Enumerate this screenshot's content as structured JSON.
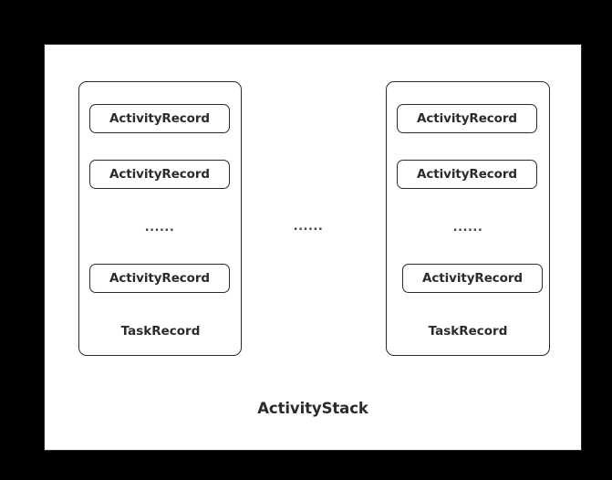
{
  "diagram": {
    "title": "ActivityStack",
    "background_color": "#000000",
    "frame_color": "#ffffff",
    "border_color": "#2b2b2b",
    "text_color": "#2b2b2b",
    "ellipsis": "......",
    "task_records": [
      {
        "label": "TaskRecord",
        "activities": [
          {
            "label": "ActivityRecord"
          },
          {
            "label": "ActivityRecord"
          },
          {
            "label": "ActivityRecord"
          }
        ],
        "ellipsis": "......"
      },
      {
        "label": "TaskRecord",
        "activities": [
          {
            "label": "ActivityRecord"
          },
          {
            "label": "ActivityRecord"
          },
          {
            "label": "ActivityRecord"
          }
        ],
        "ellipsis": "......"
      }
    ]
  }
}
